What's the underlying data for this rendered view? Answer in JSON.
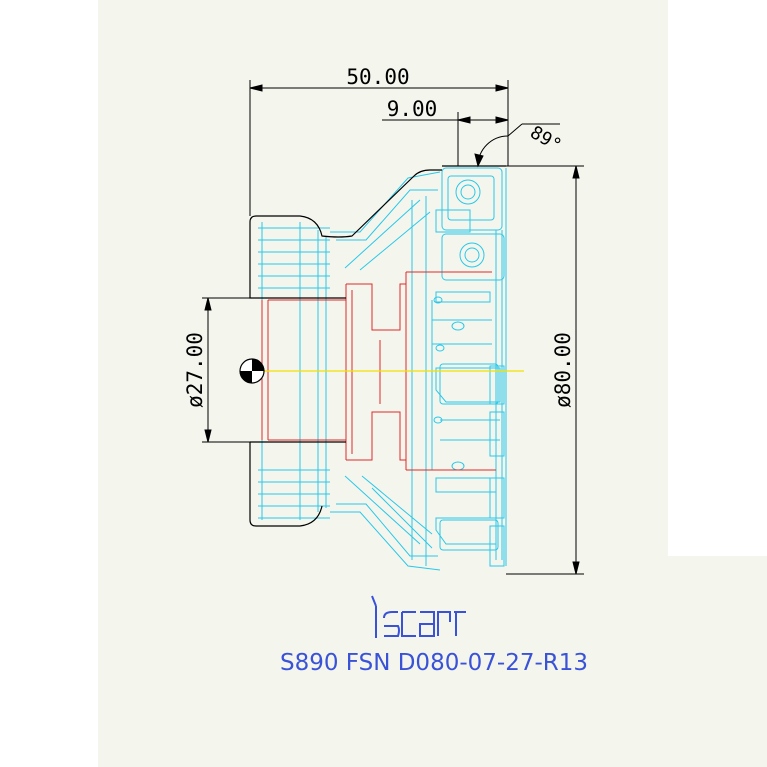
{
  "drawing": {
    "dimensions": {
      "overall_length": "50.00",
      "insert_offset": "9.00",
      "lead_angle": "89°",
      "bore_diameter": "ø27.00",
      "cutter_diameter": "ø80.00"
    },
    "logo_text": "iscar",
    "part_number": "S890 FSN D080-07-27-R13"
  },
  "colors": {
    "body_outline": "#000000",
    "cyan_lines": "#29c8e8",
    "red_lines": "#e02a2a",
    "dimension_lines": "#000000",
    "centerline": "#f2e000",
    "caption": "#3a52d8"
  }
}
